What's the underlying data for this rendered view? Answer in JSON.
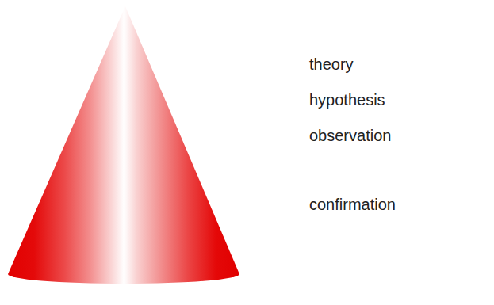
{
  "diagram": {
    "labels": [
      "theory",
      "hypothesis",
      "observation",
      "confirmation"
    ]
  }
}
